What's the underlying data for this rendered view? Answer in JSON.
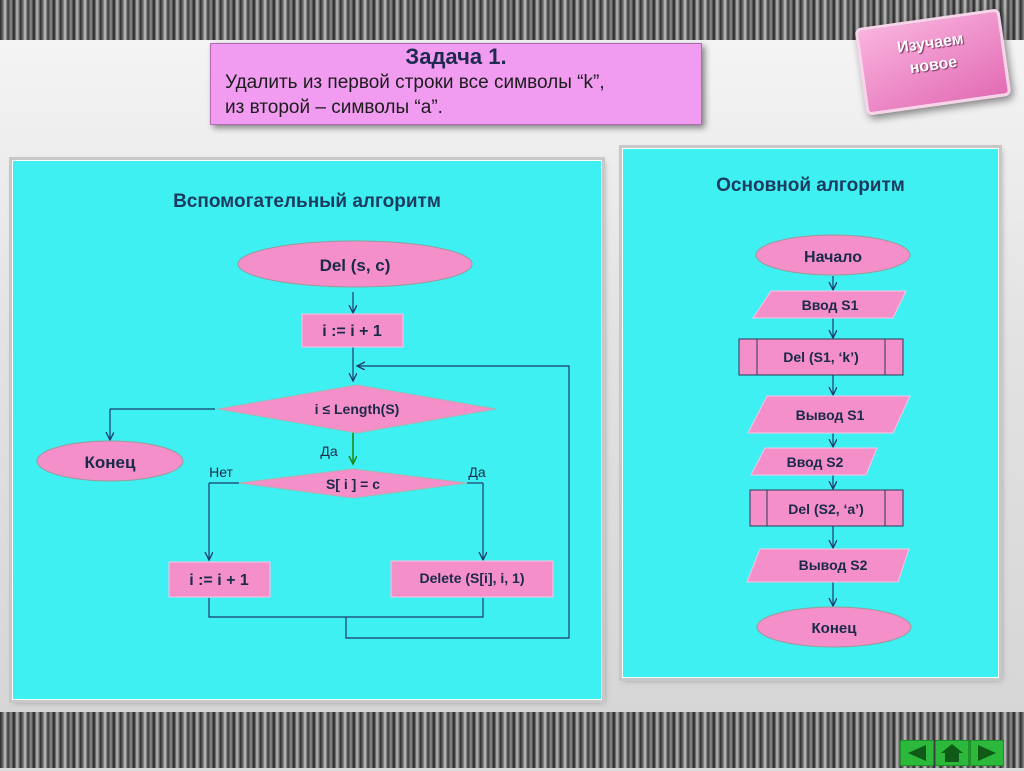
{
  "task": {
    "title": "Задача 1.",
    "line1": "Удалить из первой строки все символы  “k”,",
    "line2": "из второй – символы “а”."
  },
  "badge": {
    "line1": "Изучаем",
    "line2": "новое"
  },
  "left_panel": {
    "title": "Вспомогательный алгоритм",
    "start": "Del (s, c)",
    "inc1": "i := i + 1",
    "cond": "i ≤ Length(S)",
    "yes1": "Да",
    "end": "Конец",
    "no2": "Нет",
    "check": "S[ i ] = c",
    "yes2": "Да",
    "inc2": "i := i + 1",
    "delete": "Delete (S[i], i, 1)"
  },
  "right_panel": {
    "title": "Основной алгоритм",
    "start": "Начало",
    "input1": "Ввод S1",
    "del1": "Del (S1,  ‘k’)",
    "output1": "Вывод S1",
    "input2": "Ввод  S2",
    "del2": "Del (S2, ‘a’)",
    "output2": "Вывод S2",
    "end": "Конец"
  },
  "nav": {
    "back": "back-arrow-icon",
    "home": "home-icon",
    "forward": "forward-arrow-icon"
  },
  "colors": {
    "panel": "#3ef0f2",
    "shape": "#f48fc9",
    "task_box": "#f19cf0",
    "nav": "#2cb83a"
  }
}
